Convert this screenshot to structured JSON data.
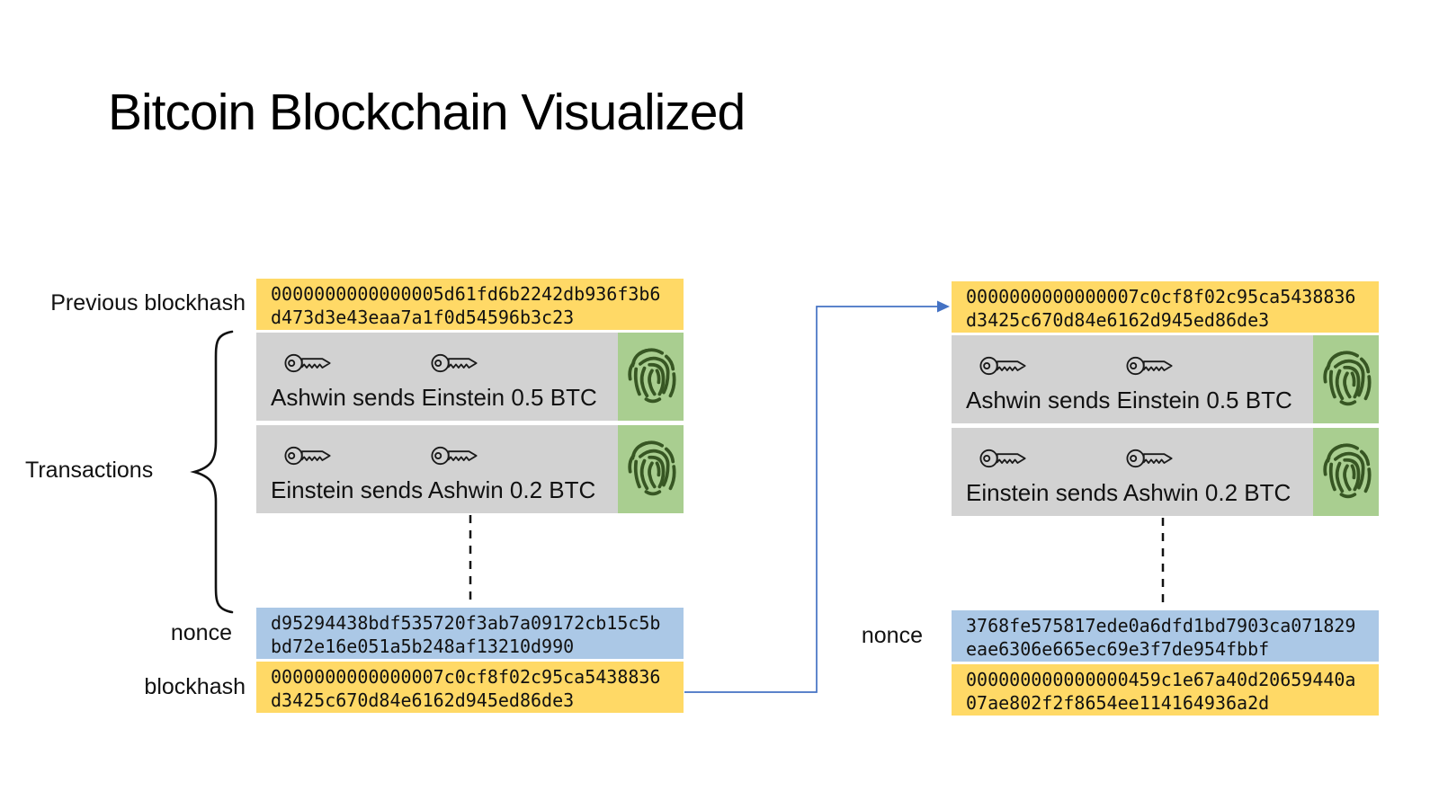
{
  "title": "Bitcoin Blockchain Visualized",
  "labels": {
    "previous_blockhash": "Previous blockhash",
    "transactions": "Transactions",
    "nonce": "nonce",
    "blockhash": "blockhash"
  },
  "colors": {
    "hash_box_yellow": "#FFD966",
    "nonce_box_blue": "#ABC8E6",
    "transaction_gray": "#D2D2D2",
    "signature_green_bg": "#A9CE90",
    "fingerprint_green": "#375623",
    "arrow_blue": "#4472C4"
  },
  "icons": {
    "key": "key-icon",
    "fingerprint": "fingerprint-icon"
  },
  "blocks": [
    {
      "previous_blockhash": {
        "line1": "0000000000000005d61fd6b2242db936f3b6",
        "line2": "d473d3e43eaa7a1f0d54596b3c23"
      },
      "transactions": [
        {
          "text": "Ashwin sends Einstein 0.5 BTC"
        },
        {
          "text": "Einstein sends Ashwin 0.2 BTC"
        }
      ],
      "nonce": {
        "line1": "d95294438bdf535720f3ab7a09172cb15c5b",
        "line2": "bd72e16e051a5b248af13210d990"
      },
      "blockhash": {
        "line1": "0000000000000007c0cf8f02c95ca5438836",
        "line2": "d3425c670d84e6162d945ed86de3"
      }
    },
    {
      "previous_blockhash": {
        "line1": "0000000000000007c0cf8f02c95ca5438836",
        "line2": "d3425c670d84e6162d945ed86de3"
      },
      "transactions": [
        {
          "text": "Ashwin sends Einstein 0.5 BTC"
        },
        {
          "text": "Einstein sends Ashwin 0.2 BTC"
        }
      ],
      "nonce": {
        "line1": "3768fe575817ede0a6dfd1bd7903ca071829",
        "line2": "eae6306e665ec69e3f7de954fbbf"
      },
      "blockhash": {
        "line1": "000000000000000459c1e67a40d20659440a",
        "line2": "07ae802f2f8654ee114164936a2d"
      }
    }
  ]
}
